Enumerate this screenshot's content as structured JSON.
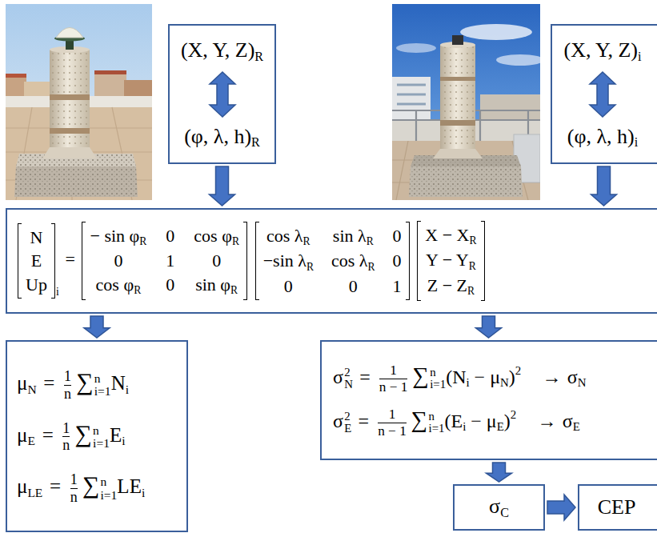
{
  "diagram": {
    "nodes": [
      {
        "text": [
          "(X, Y, Z)",
          "R",
          "(φ, λ, h)",
          "R"
        ]
      },
      {
        "text": [
          "(X, Y, Z)",
          "i",
          "(φ, λ, h)",
          "i"
        ]
      },
      {
        "text": [
          "N",
          "E",
          "Up",
          "i",
          "=",
          "− sin φ",
          "R",
          "0",
          "cos φ",
          "R",
          "0",
          "1",
          "0",
          "cos φ",
          "R",
          "0",
          "sin φ",
          "R",
          "cos λ",
          "R",
          "sin λ",
          "R",
          "0",
          "−sin λ",
          "R",
          "cos λ",
          "R",
          "0",
          "0",
          "0",
          "1",
          "X − X",
          "R",
          "Y − Y",
          "R",
          "Z − Z",
          "R"
        ]
      },
      {
        "text": [
          "μ",
          "N",
          "=",
          "1",
          "n",
          "∑",
          "n",
          "i=1",
          "N",
          "i",
          "μ",
          "E",
          "=",
          "1",
          "n",
          "∑",
          "n",
          "i=1",
          "E",
          "i",
          "μ",
          "LE",
          "=",
          "1",
          "n",
          "∑",
          "n",
          "i=1",
          "LE",
          "i"
        ]
      },
      {
        "text": [
          "σ",
          "2",
          "N",
          "=",
          "1",
          "n − 1",
          "∑",
          "n",
          "i=1",
          "(N",
          "i",
          "− μ",
          "N",
          ")",
          "2",
          "→",
          "σ",
          "N",
          "σ",
          "2",
          "E",
          "=",
          "1",
          "n − 1",
          "∑",
          "n",
          "i=1",
          "(E",
          "i",
          "− μ",
          "E",
          ")",
          "2",
          "→",
          "σ",
          "E"
        ]
      },
      {
        "text": [
          "σ",
          "C"
        ]
      },
      {
        "text": [
          "CEP"
        ]
      }
    ],
    "edges": [
      {
        "from": 0,
        "to": 2,
        "arrow": "to"
      },
      {
        "from": 1,
        "to": 2,
        "arrow": "to"
      },
      {
        "from": 2,
        "to": 3,
        "arrow": "to"
      },
      {
        "from": 2,
        "to": 4,
        "arrow": "to"
      },
      {
        "from": 4,
        "to": 5,
        "arrow": "to"
      },
      {
        "from": 5,
        "to": 6,
        "arrow": "to"
      }
    ]
  }
}
